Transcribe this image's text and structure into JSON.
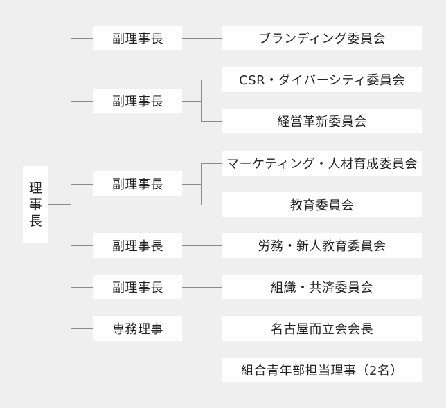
{
  "president": {
    "label_chars": [
      "理",
      "事",
      "長"
    ]
  },
  "vice_chairs": [
    {
      "label": "副理事長"
    },
    {
      "label": "副理事長"
    },
    {
      "label": "副理事長"
    },
    {
      "label": "副理事長"
    },
    {
      "label": "副理事長"
    },
    {
      "label": "専務理事"
    }
  ],
  "committees": [
    {
      "label": "ブランディング委員会"
    },
    {
      "label": "CSR・ダイバーシティ委員会"
    },
    {
      "label": "経営革新委員会"
    },
    {
      "label": "マーケティング・人材育成委員会"
    },
    {
      "label": "教育委員会"
    },
    {
      "label": "労務・新人教育委員会"
    },
    {
      "label": "組織・共済委員会"
    },
    {
      "label": "名古屋而立会会長"
    },
    {
      "label": "組合青年部担当理事（2名）"
    }
  ]
}
